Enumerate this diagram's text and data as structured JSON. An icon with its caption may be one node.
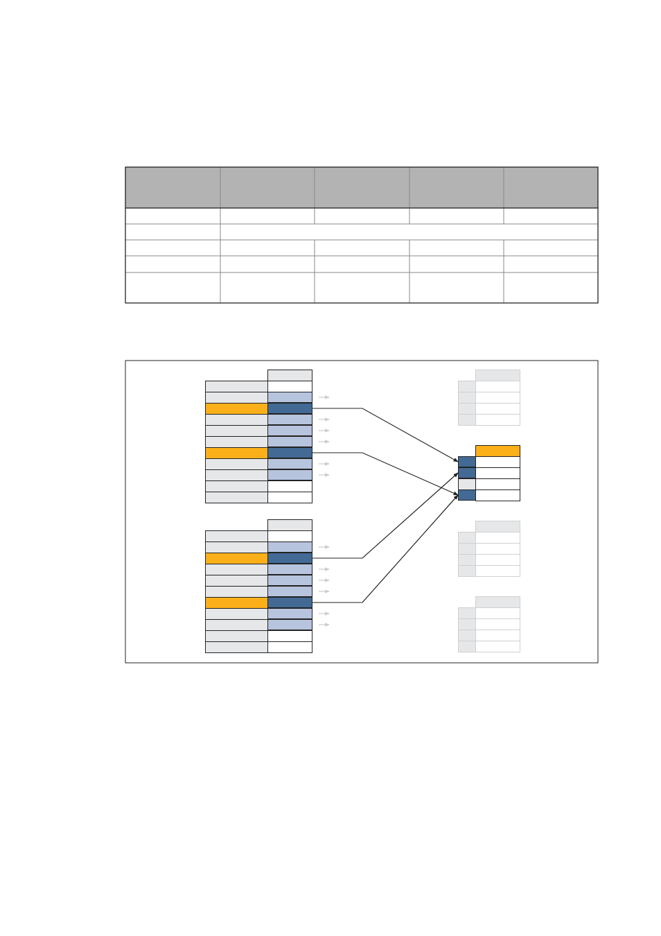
{
  "diagram": {
    "nodes": [
      {
        "text": [],
        "shape": "box"
      },
      {
        "text": [],
        "shape": "box"
      },
      {
        "text": [],
        "shape": "box"
      },
      {
        "text": [],
        "shape": "box"
      },
      {
        "text": [],
        "shape": "box"
      },
      {
        "text": [],
        "shape": "box"
      },
      {
        "text": [],
        "shape": "box"
      },
      {
        "text": [],
        "shape": "box"
      },
      {
        "text": [],
        "shape": "box"
      },
      {
        "text": [],
        "shape": "box"
      },
      {
        "text": [],
        "shape": "box"
      },
      {
        "text": [],
        "shape": "box"
      },
      {
        "text": [],
        "shape": "box"
      },
      {
        "text": [],
        "shape": "box"
      },
      {
        "text": [],
        "shape": "box"
      },
      {
        "text": [],
        "shape": "box"
      },
      {
        "text": [],
        "shape": "box"
      },
      {
        "text": [],
        "shape": "box"
      },
      {
        "text": [],
        "shape": "box"
      }
    ],
    "edges": [
      {
        "from": 1,
        "to": 16,
        "arrow": "to",
        "color": "#222222"
      },
      {
        "from": 5,
        "to": 18,
        "arrow": "to",
        "color": "#222222"
      },
      {
        "from": 9,
        "to": 17,
        "arrow": "to",
        "color": "#222222"
      },
      {
        "from": 13,
        "to": 18,
        "arrow": "to",
        "color": "#222222"
      }
    ]
  }
}
